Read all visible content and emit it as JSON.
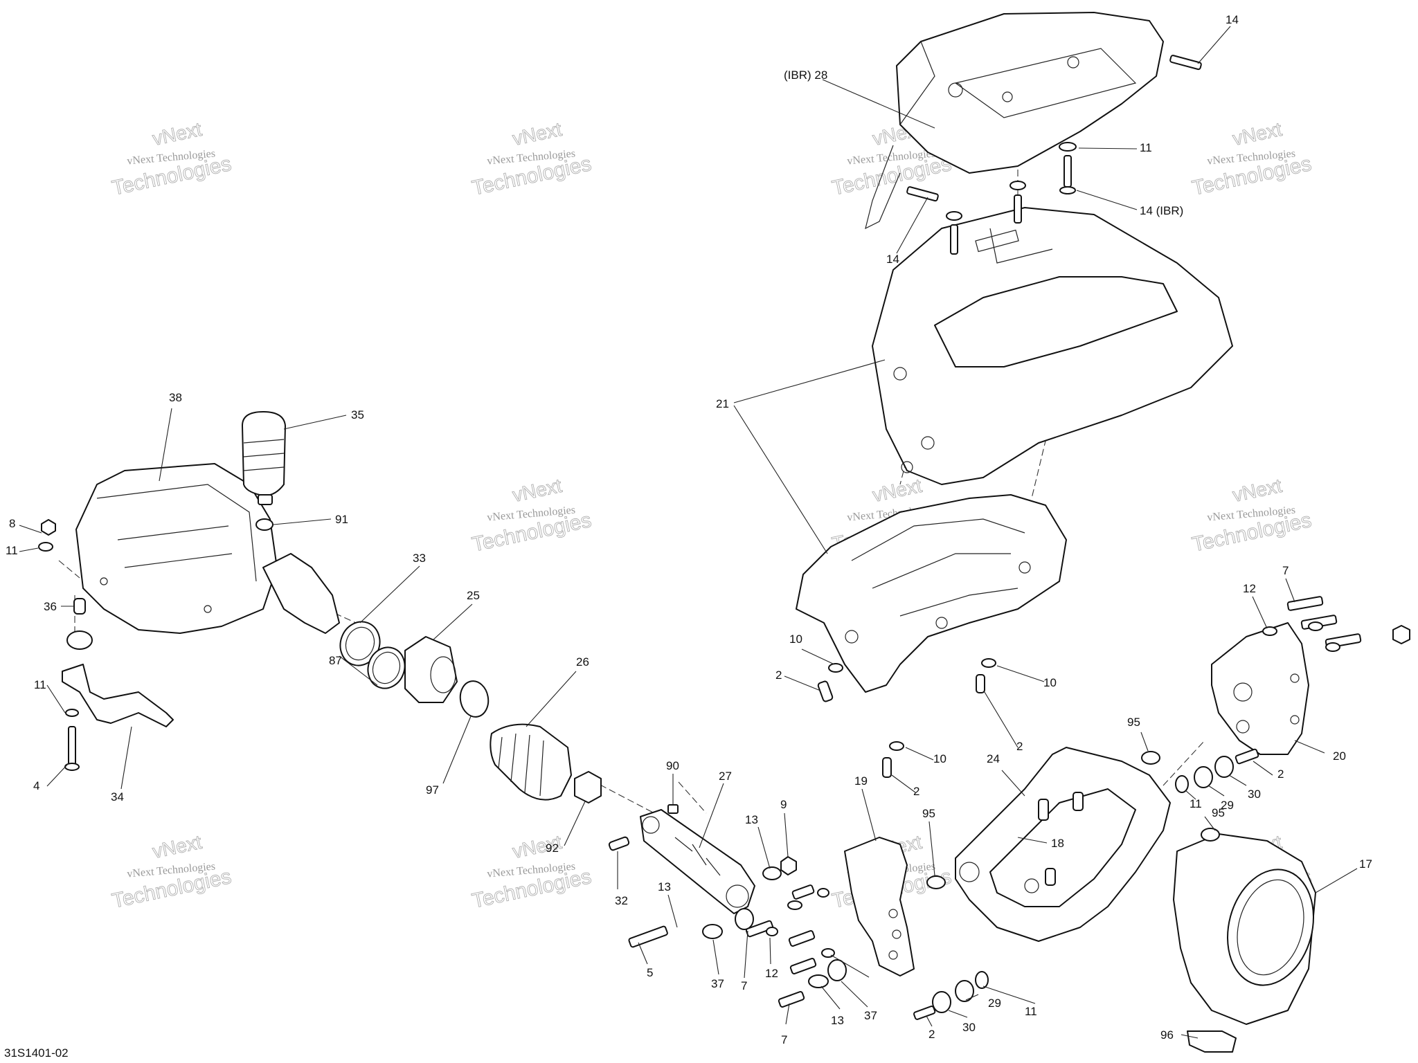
{
  "diagram": {
    "reference": "31S1401-02",
    "watermark": {
      "line1": "vNext Technologies",
      "line2": "vNext",
      "line3": "Technologies"
    },
    "callouts": [
      {
        "id": "c14a",
        "text": "14"
      },
      {
        "id": "c28",
        "text": "(IBR) 28"
      },
      {
        "id": "c11a",
        "text": "11"
      },
      {
        "id": "c14ibr",
        "text": "14 (IBR)"
      },
      {
        "id": "c14b",
        "text": "14"
      },
      {
        "id": "c21",
        "text": "21"
      },
      {
        "id": "c38",
        "text": "38"
      },
      {
        "id": "c35",
        "text": "35"
      },
      {
        "id": "c8",
        "text": "8"
      },
      {
        "id": "c91",
        "text": "91"
      },
      {
        "id": "c11b",
        "text": "11"
      },
      {
        "id": "c33",
        "text": "33"
      },
      {
        "id": "c25",
        "text": "25"
      },
      {
        "id": "c36",
        "text": "36"
      },
      {
        "id": "c26",
        "text": "26"
      },
      {
        "id": "c87",
        "text": "87"
      },
      {
        "id": "c11c",
        "text": "11"
      },
      {
        "id": "c4",
        "text": "4"
      },
      {
        "id": "c34",
        "text": "34"
      },
      {
        "id": "c97",
        "text": "97"
      },
      {
        "id": "c90",
        "text": "90"
      },
      {
        "id": "c27",
        "text": "27"
      },
      {
        "id": "c92",
        "text": "92"
      },
      {
        "id": "c32",
        "text": "32"
      },
      {
        "id": "c10a",
        "text": "10"
      },
      {
        "id": "c2a",
        "text": "2"
      },
      {
        "id": "c10b",
        "text": "10"
      },
      {
        "id": "c2b",
        "text": "2"
      },
      {
        "id": "c10c",
        "text": "10"
      },
      {
        "id": "c2c",
        "text": "2"
      },
      {
        "id": "c12a",
        "text": "12"
      },
      {
        "id": "c7a",
        "text": "7"
      },
      {
        "id": "c20",
        "text": "20"
      },
      {
        "id": "c95a",
        "text": "95"
      },
      {
        "id": "c2d",
        "text": "2"
      },
      {
        "id": "c24",
        "text": "24"
      },
      {
        "id": "c11d",
        "text": "11"
      },
      {
        "id": "c29a",
        "text": "29"
      },
      {
        "id": "c30a",
        "text": "30"
      },
      {
        "id": "c9",
        "text": "9"
      },
      {
        "id": "c13a",
        "text": "13"
      },
      {
        "id": "c19",
        "text": "19"
      },
      {
        "id": "c95b",
        "text": "95"
      },
      {
        "id": "c18",
        "text": "18"
      },
      {
        "id": "c95c",
        "text": "95"
      },
      {
        "id": "c17",
        "text": "17"
      },
      {
        "id": "c13b",
        "text": "13"
      },
      {
        "id": "c37a",
        "text": "37"
      },
      {
        "id": "c7b",
        "text": "7"
      },
      {
        "id": "c12b",
        "text": "12"
      },
      {
        "id": "c5",
        "text": "5"
      },
      {
        "id": "c11e",
        "text": "11"
      },
      {
        "id": "c29b",
        "text": "29"
      },
      {
        "id": "c37b",
        "text": "37"
      },
      {
        "id": "c13c",
        "text": "13"
      },
      {
        "id": "c7c",
        "text": "7"
      },
      {
        "id": "c2e",
        "text": "2"
      },
      {
        "id": "c30b",
        "text": "30"
      },
      {
        "id": "c96",
        "text": "96"
      }
    ]
  }
}
